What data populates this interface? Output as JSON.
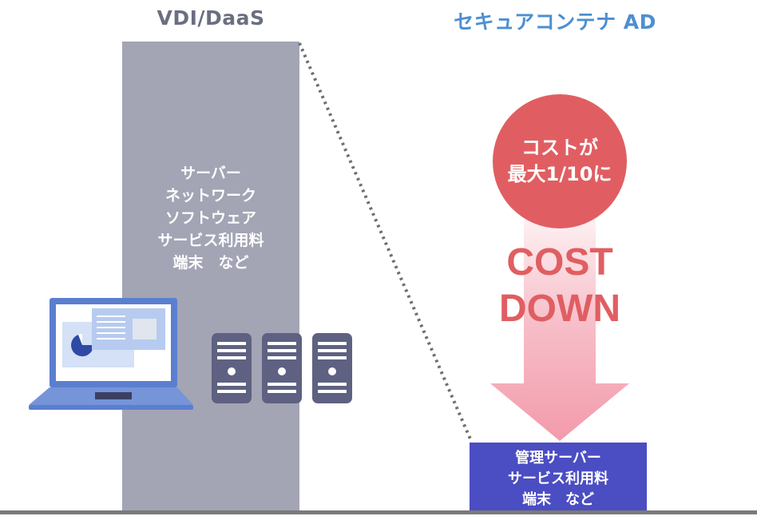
{
  "left_column": {
    "title": "VDI/DaaS",
    "items": [
      "サーバー",
      "ネットワーク",
      "ソフトウェア",
      "サービス利用料",
      "端末　など"
    ]
  },
  "right_column": {
    "title": "セキュアコンテナ AD",
    "items": [
      "管理サーバー",
      "サービス利用料",
      "端末　など"
    ]
  },
  "badge": {
    "lines": [
      "コストが",
      "最大1/10に"
    ]
  },
  "arrow_text": {
    "lines": [
      "COST",
      "DOWN"
    ]
  },
  "icons": {
    "laptop": "laptop-icon",
    "server": "server-icon"
  },
  "colors": {
    "left_bar": "#a3a4b4",
    "right_bar": "#4b4dc2",
    "badge": "#e05e62",
    "arrow": "#f4a6b4",
    "right_title": "#4d8fd1",
    "left_title": "#6b6e80"
  }
}
